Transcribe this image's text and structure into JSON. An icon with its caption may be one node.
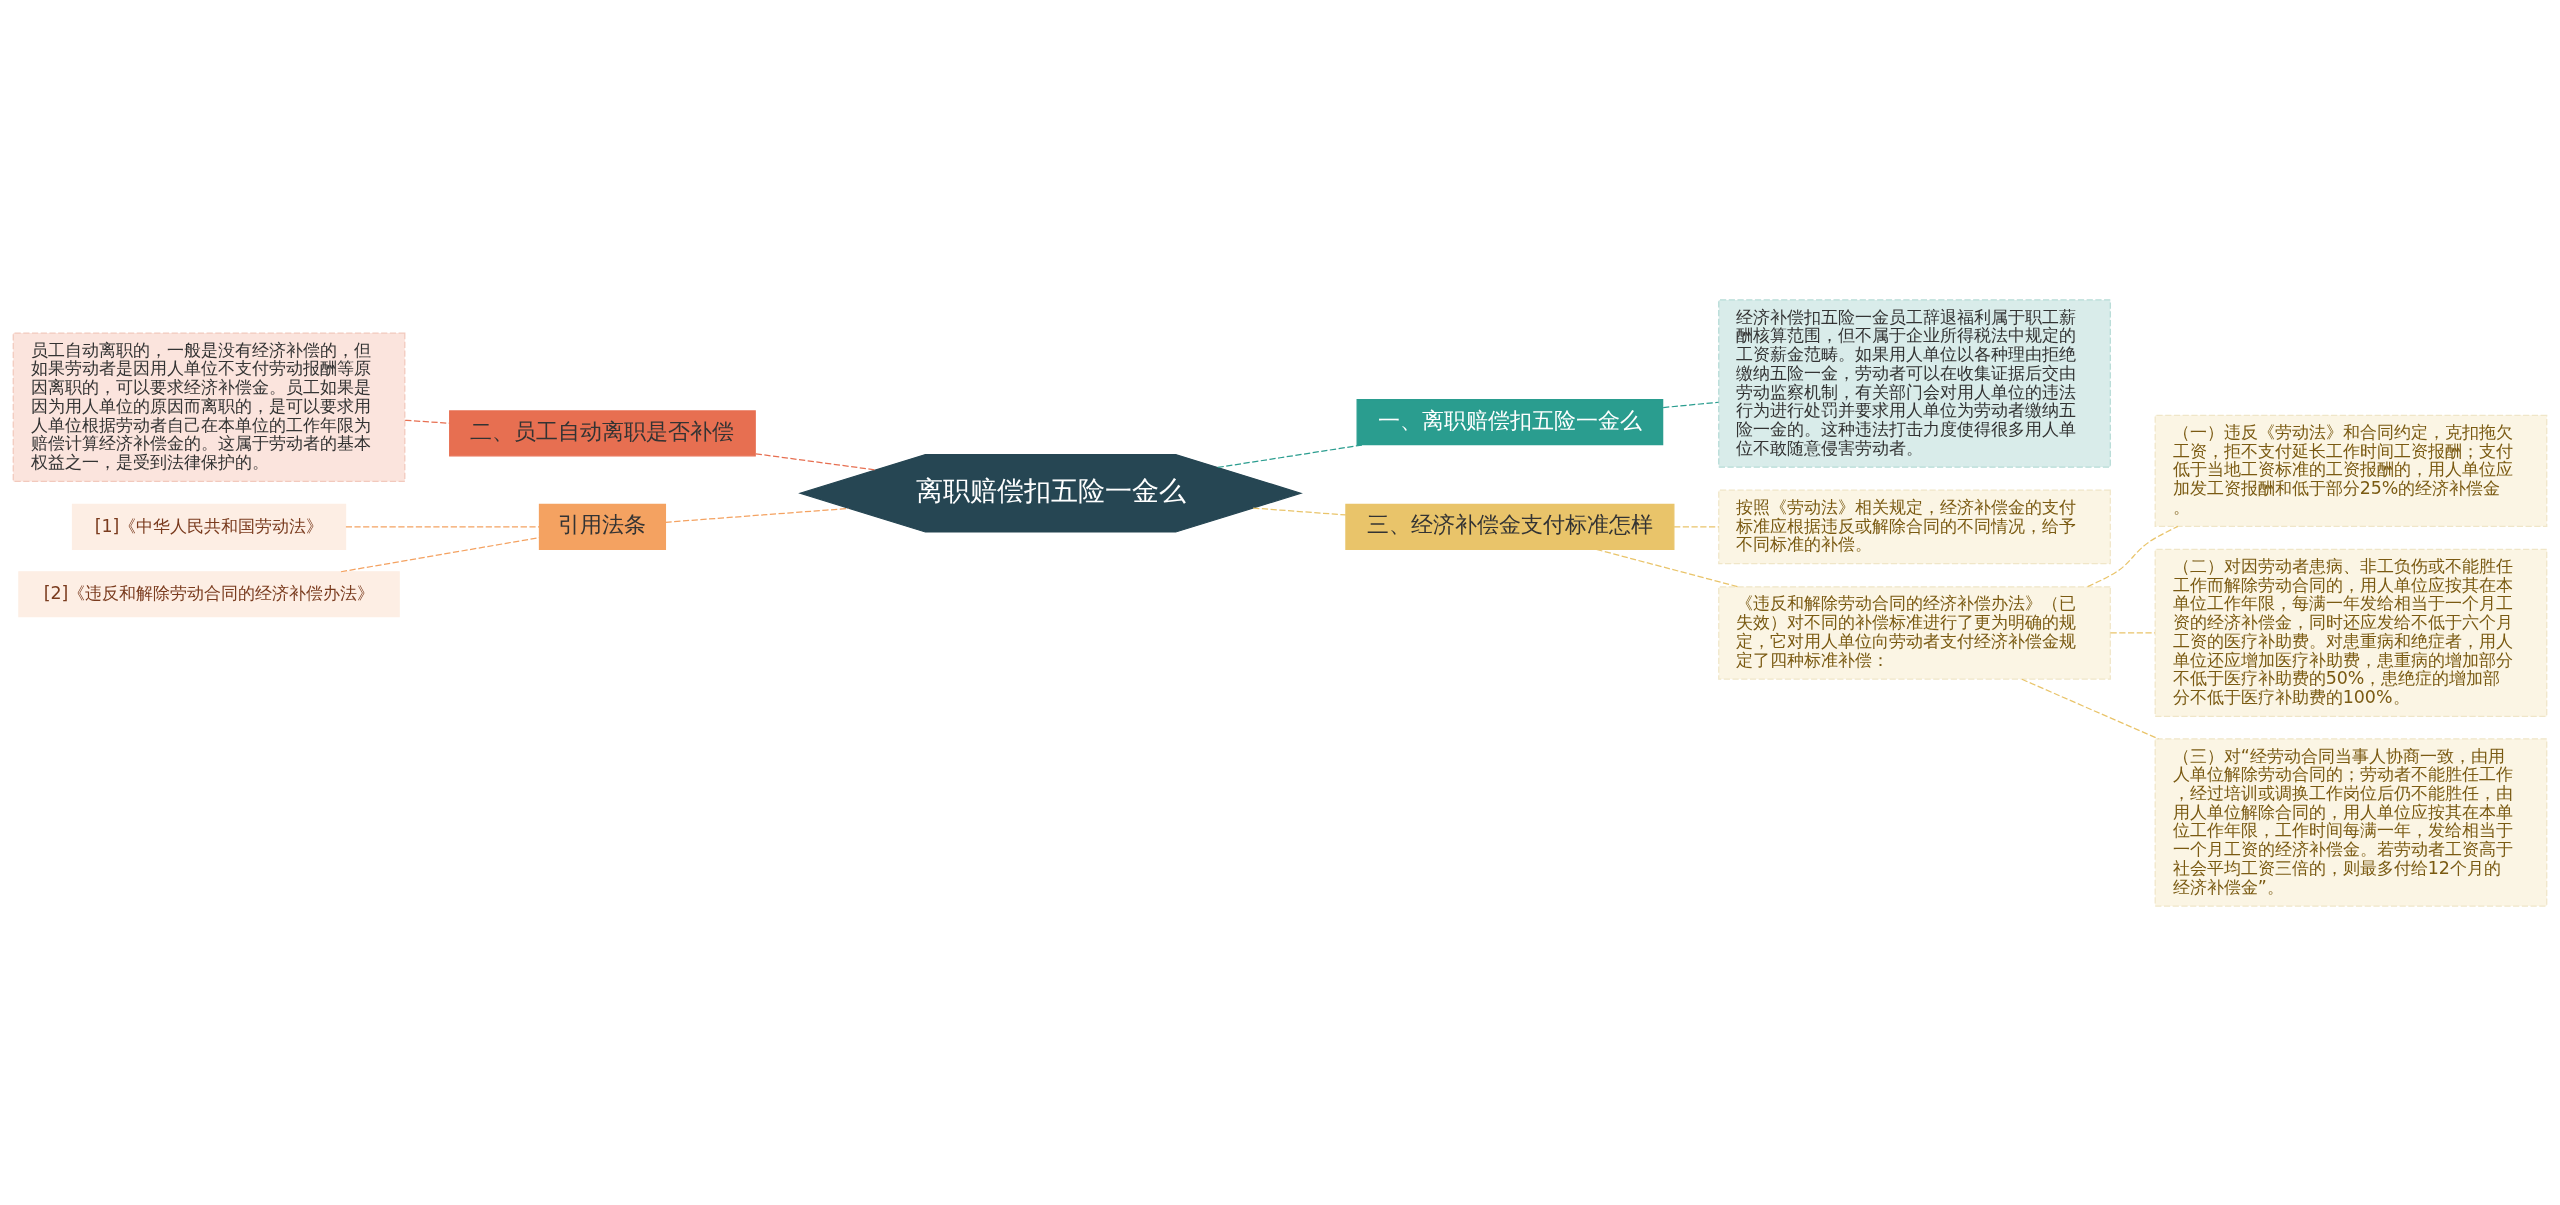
{
  "diagram": {
    "nodes": [
      {
        "text": [
          "离职赔偿扣五险一金么"
        ]
      },
      {
        "text": [
          "一、离职赔偿扣五险一金么"
        ]
      },
      {
        "text": [
          "经济补偿扣五险一金员工辞退福利属于职工薪酬核算范围，但不属于企业所得税法中规定的工资薪金范畴。如果用人单位以各种理由拒绝缴纳五险一金，劳动者可以在收集证据后交由劳动监察机制，有关部门会对用人单位的违法行为进行处罚并要求用人单位为劳动者缴纳五险一金的。这种违法打击力度使得很多用人单位不敢随意侵害劳动者。"
        ]
      },
      {
        "text": [
          "三、经济补偿金支付标准怎样"
        ]
      },
      {
        "text": [
          "按照《劳动法》相关规定，经济补偿金的支付标准应根据违反或解除合同的不同情况，给予不同标准的补偿。"
        ]
      },
      {
        "text": [
          "《违反和解除劳动合同的经济补偿办法》（已失效）对不同的补偿标准进行了更为明确的规定，它对用人单位向劳动者支付经济补偿金规定了四种标准补偿："
        ]
      },
      {
        "text": [
          "（一）违反《劳动法》和合同约定，克扣拖欠工资，拒不支付延长工作时间工资报酬；支付低于当地工资标准的工资报酬的，用人单位应加发工资报酬和低于部分25%的经济补偿金。"
        ]
      },
      {
        "text": [
          "（二）对因劳动者患病、非工负伤或不能胜任工作而解除劳动合同的，用人单位应按其在本单位工作年限，每满一年发给相当于一个月工资的经济补偿金，同时还应发给不低于六个月工资的医疗补助费。对患重病和绝症者，用人单位还应增加医疗补助费，患重病的增加部分不低于医疗补助费的50%，患绝症的增加部分不低于医疗补助费的100%。"
        ]
      },
      {
        "text": [
          "（三）对“经劳动合同当事人协商一致，由用人单位解除劳动合同的；劳动者不能胜任工作，经过培训或调换工作岗位后仍不能胜任，由用人单位解除合同的，用人单位应按其在本单位工作年限，工作时间每满一年，发给相当于一个月工资的经济补偿金。若劳动者工资高于社会平均工资三倍的，则最多付给12个月的经济补偿金”。"
        ]
      },
      {
        "text": [
          "二、员工自动离职是否补偿"
        ]
      },
      {
        "text": [
          "员工自动离职的，一般是没有经济补偿的，但如果劳动者是因用人单位不支付劳动报酬等原因离职的，可以要求经济补偿金。员工如果是因为用人单位的原因而离职的，是可以要求用人单位根据劳动者自己在本单位的工作年限为赔偿计算经济补偿金的。这属于劳动者的基本权益之一，是受到法律保护的。"
        ]
      },
      {
        "text": [
          "引用法条"
        ]
      },
      {
        "text": [
          "[1]《中华人民共和国劳动法》"
        ]
      },
      {
        "text": [
          "[2]《违反和解除劳动合同的经济补偿办法》"
        ]
      }
    ],
    "edges": [
      {
        "from": 0,
        "to": 1,
        "arrow": "none",
        "color": "#2a9d8f"
      },
      {
        "from": 1,
        "to": 2,
        "arrow": "none",
        "color": "#2a9d8f"
      },
      {
        "from": 0,
        "to": 3,
        "arrow": "none",
        "color": "#e9c46a"
      },
      {
        "from": 3,
        "to": 4,
        "arrow": "none",
        "color": "#e9c46a"
      },
      {
        "from": 3,
        "to": 5,
        "arrow": "none",
        "color": "#e9c46a"
      },
      {
        "from": 5,
        "to": 6,
        "arrow": "none",
        "color": "#e9c46a"
      },
      {
        "from": 5,
        "to": 7,
        "arrow": "none",
        "color": "#e9c46a"
      },
      {
        "from": 5,
        "to": 8,
        "arrow": "none",
        "color": "#e9c46a"
      },
      {
        "from": 0,
        "to": 9,
        "arrow": "none",
        "color": "#e76f51"
      },
      {
        "from": 9,
        "to": 10,
        "arrow": "none",
        "color": "#e76f51"
      },
      {
        "from": 0,
        "to": 11,
        "arrow": "none",
        "color": "#f4a261"
      },
      {
        "from": 11,
        "to": 12,
        "arrow": "none",
        "color": "#f4a261"
      },
      {
        "from": 11,
        "to": 13,
        "arrow": "none",
        "color": "#f4a261"
      }
    ]
  }
}
